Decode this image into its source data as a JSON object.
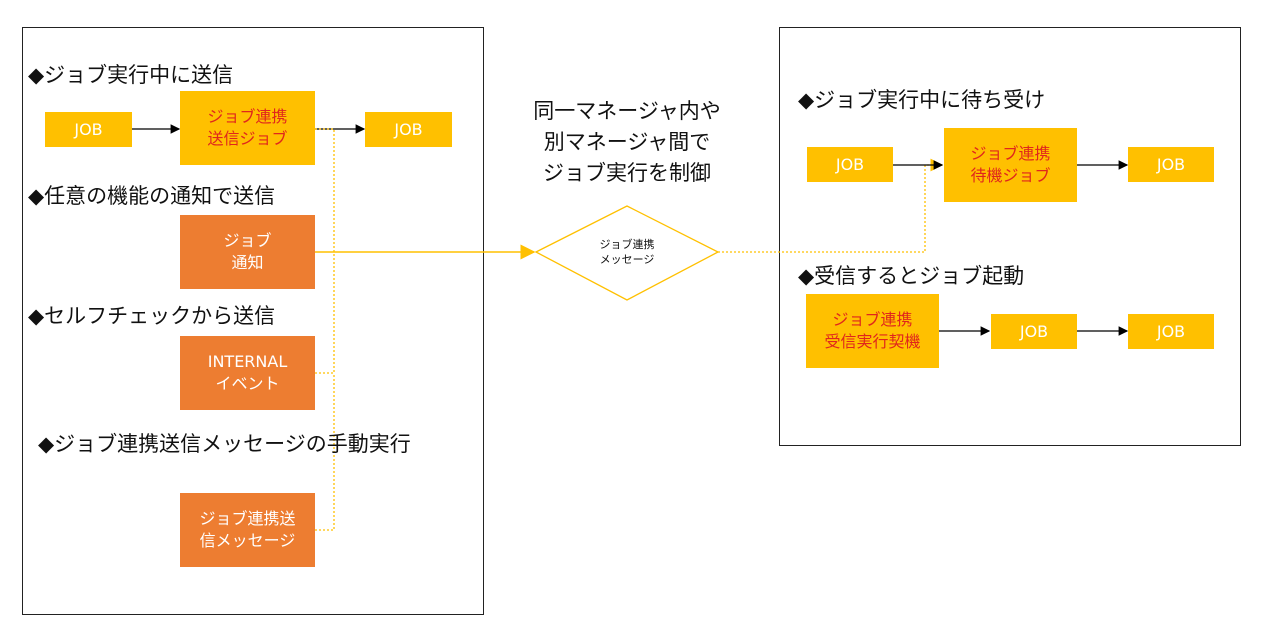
{
  "left_panel": {
    "sections": [
      {
        "heading": "◆ジョブ実行中に送信"
      },
      {
        "heading": "◆任意の機能の通知で送信"
      },
      {
        "heading": "◆セルフチェックから送信"
      },
      {
        "heading": "◆ジョブ連携送信メッセージの手動実行"
      }
    ],
    "boxes": {
      "job_before_send": "JOB",
      "send_job": "ジョブ連携\n送信ジョブ",
      "job_after_send": "JOB",
      "job_notify": "ジョブ\n通知",
      "internal_event": "INTERNAL\nイベント",
      "manual_message": "ジョブ連携送\n信メッセージ"
    }
  },
  "center": {
    "caption": "同一マネージャ内や\n別マネージャ間で\nジョブ実行を制御",
    "message_label": "ジョブ連携\nメッセージ"
  },
  "right_panel": {
    "sections": [
      {
        "heading": "◆ジョブ実行中に待ち受け"
      },
      {
        "heading": "◆受信するとジョブ起動"
      }
    ],
    "boxes": {
      "job_before_wait": "JOB",
      "wait_job": "ジョブ連携\n待機ジョブ",
      "job_after_wait": "JOB",
      "receive_trigger": "ジョブ連携\n受信実行契機",
      "job_triggered_1": "JOB",
      "job_triggered_2": "JOB"
    }
  },
  "colors": {
    "gold": "#ffc000",
    "orange": "#ed7d31",
    "red_text": "#e0261c",
    "connector": "#ffc000",
    "arrow": "#000000"
  }
}
